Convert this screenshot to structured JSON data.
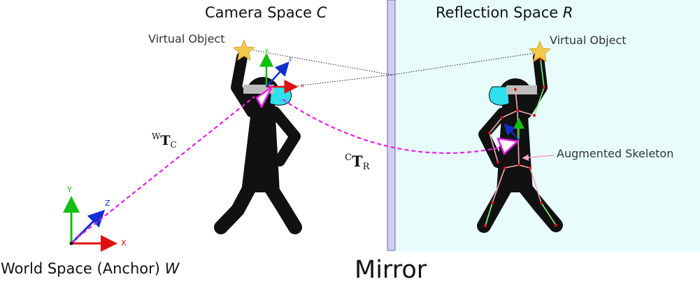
{
  "titles": {
    "camera_space": "Camera Space",
    "camera_symbol": "C",
    "reflection_space": "Reflection Space",
    "reflection_symbol": "R",
    "world_space": "World Space (Anchor)",
    "world_symbol": "W",
    "mirror": "Mirror"
  },
  "labels": {
    "virtual_object_left": "Virtual Object",
    "virtual_object_right": "Virtual Object",
    "augmented_skeleton": "Augmented Skeleton"
  },
  "transforms": {
    "wtc_sup": "W",
    "wtc_main": "T",
    "wtc_sub": "C",
    "ctr_sup": "C",
    "ctr_main": "T",
    "ctr_sub": "R"
  },
  "axes": {
    "x": "x",
    "y": "y",
    "z": "z",
    "X": "X",
    "Y": "Y",
    "Z": "Z"
  },
  "colors": {
    "reflection_bg": "#e8fcfc",
    "mirror_fill": "#cfd0f0",
    "mirror_stroke": "#6a6aa8",
    "dashed_path": "#e81ee8",
    "axis_x": "#e01010",
    "axis_y": "#10c010",
    "axis_z": "#1030d0",
    "visor": "#2ee0ee",
    "skeleton_bone": "#f4a8b8",
    "skeleton_limb": "#80f080",
    "joint": "#e01010",
    "star": "#f2c94c"
  }
}
